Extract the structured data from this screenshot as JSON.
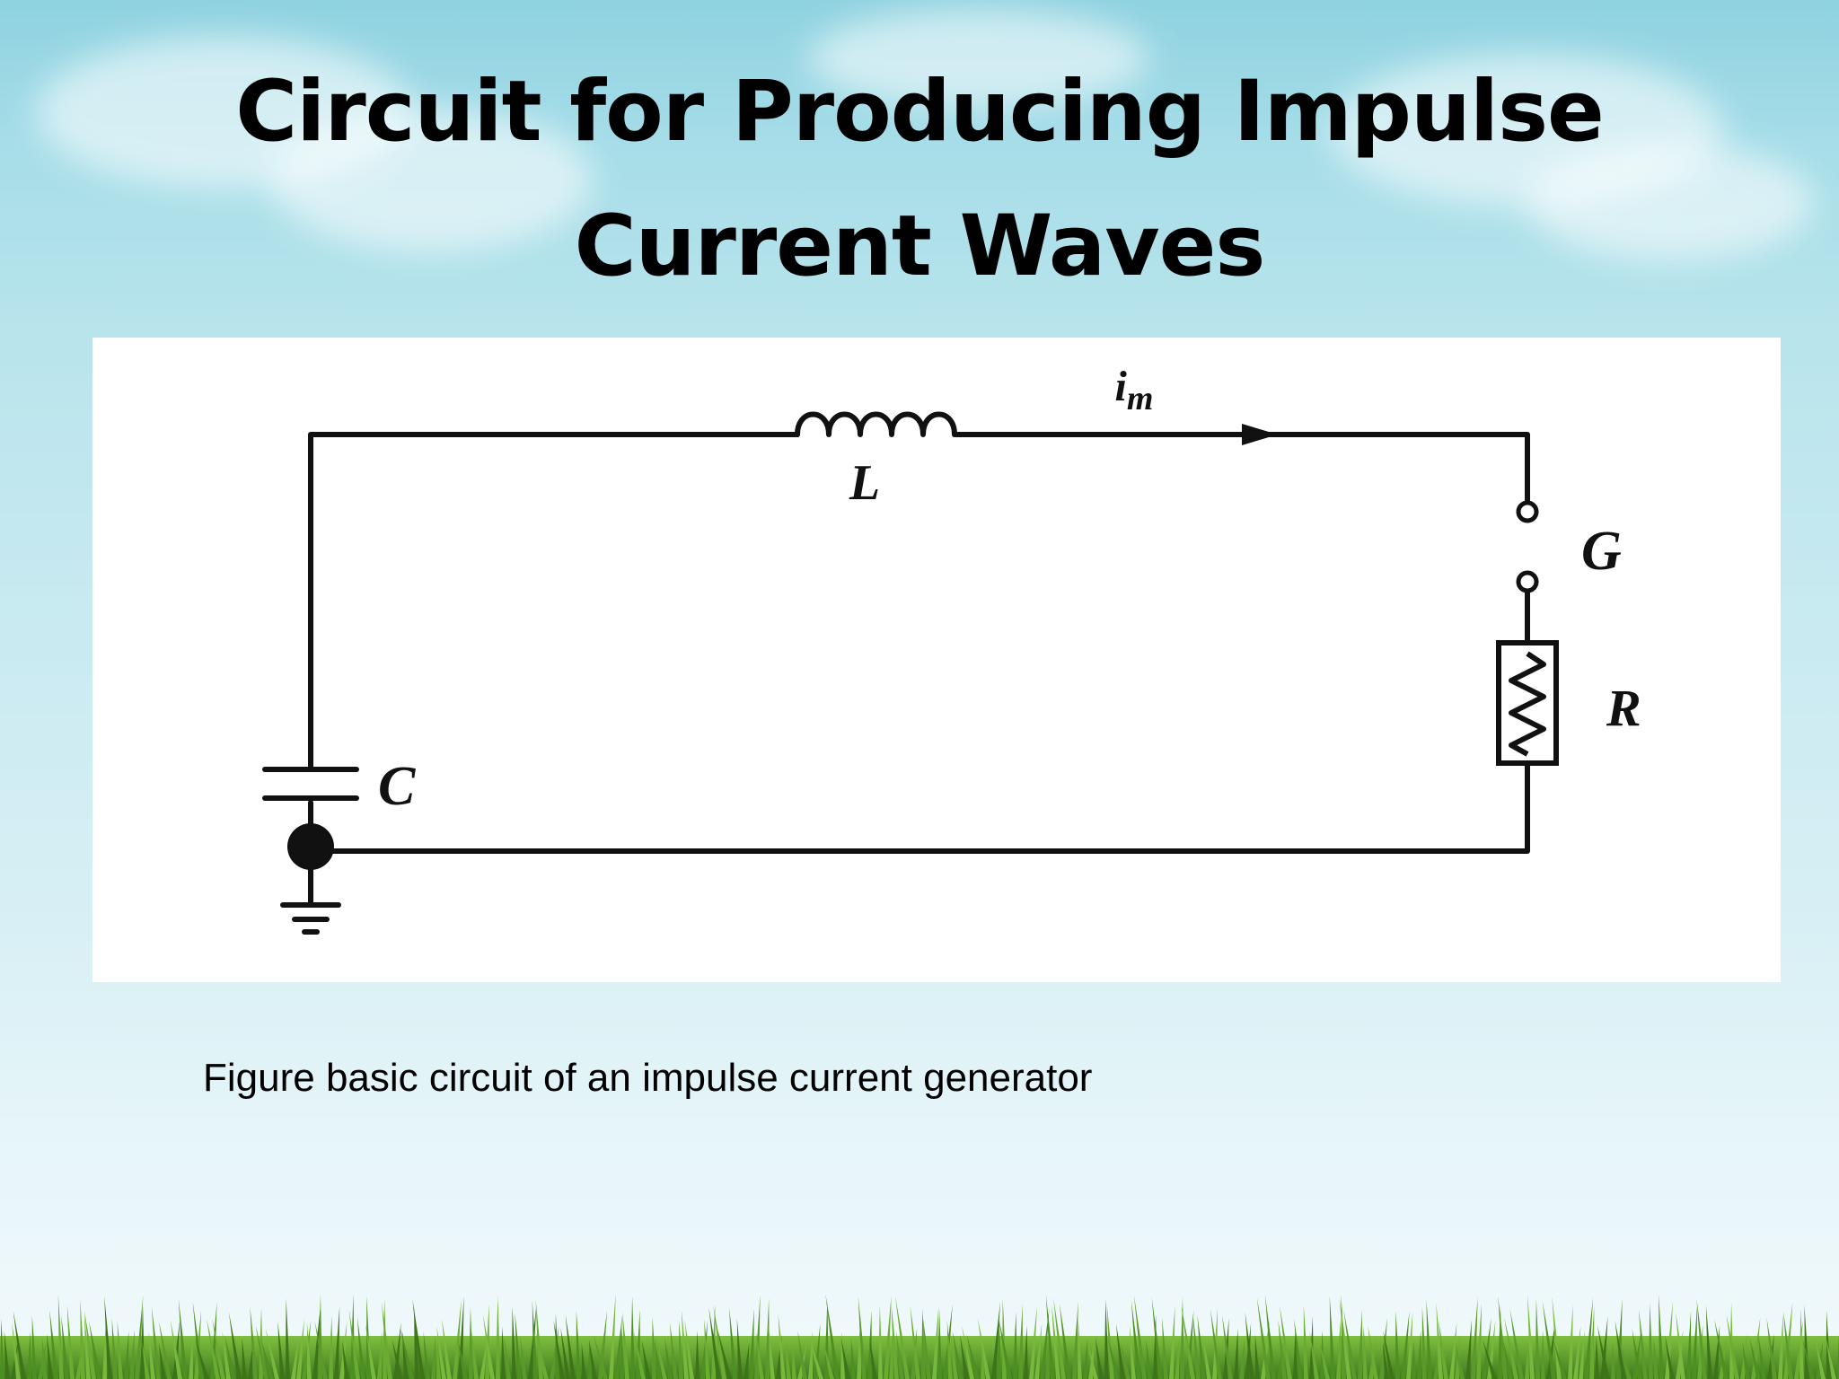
{
  "slide": {
    "title_line1": "Circuit for Producing Impulse",
    "title_line2": "Current Waves",
    "caption": "Figure basic circuit of an impulse current generator"
  },
  "diagram": {
    "labels": {
      "inductor": "L",
      "current": "im",
      "capacitor": "C",
      "gap": "G",
      "resistor": "R"
    }
  },
  "colors": {
    "sky_top": "#8fd2e0",
    "sky_bottom": "#f1f9fb",
    "grass": "#5a9a2a",
    "ink": "#111111"
  }
}
